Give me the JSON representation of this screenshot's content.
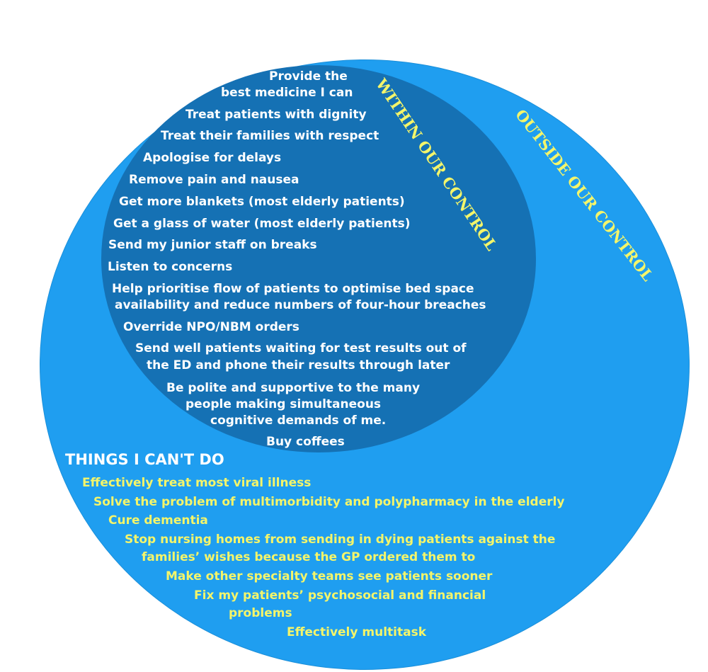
{
  "labels": {
    "within": "WITHIN OUR CONTROL",
    "outside": "OUTSIDE OUR CONTROL"
  },
  "within_items": [
    "Provide the",
    "best medicine I can",
    "Treat patients with dignity",
    "Treat their families with respect",
    "Apologise for delays",
    "Remove pain and nausea",
    "Get more blankets (most elderly patients)",
    "Get a glass of water (most elderly patients)",
    "Send my junior staff on breaks",
    "Listen to concerns",
    "Help prioritise flow of patients to optimise bed space",
    "availability and reduce numbers of four-hour breaches",
    "Override NPO/NBM orders",
    "Send well patients waiting for test results out of",
    "the ED and phone their results through later",
    "Be polite and supportive to the many",
    "people making simultaneous",
    "cognitive demands of me.",
    "Buy coffees"
  ],
  "cant_do": {
    "heading": "THINGS I CAN'T DO",
    "items": [
      "Effectively treat most viral illness",
      "Solve the problem of multimorbidity and polypharmacy in the elderly",
      "Cure dementia",
      "Stop nursing homes from sending in dying patients against the",
      "families’ wishes because the GP ordered them to",
      "Make other specialty teams see patients sooner",
      "Fix my patients’ psychosocial and financial",
      "problems",
      "Effectively multitask"
    ]
  },
  "colors": {
    "outer_circle": "#1f9ef0",
    "inner_circle": "#1571b4",
    "label_yellow": "#f4f56a",
    "text_white": "#ffffff"
  }
}
